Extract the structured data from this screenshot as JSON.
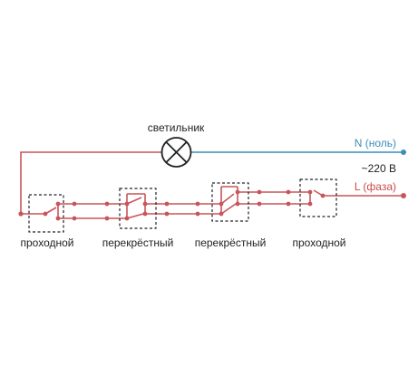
{
  "diagram": {
    "lamp_label": "светильник",
    "neutral_label": "N (ноль)",
    "voltage_label": "~220 В",
    "phase_label": "L (фаза)",
    "switches": [
      {
        "label": "проходной"
      },
      {
        "label": "перекрёстный"
      },
      {
        "label": "перекрёстный"
      },
      {
        "label": "проходной"
      }
    ]
  },
  "colors": {
    "phase": "#c9555a",
    "neutral": "#3a8fb8",
    "outline": "#222222"
  },
  "icons": [
    "lamp-icon",
    "switch-icon"
  ]
}
